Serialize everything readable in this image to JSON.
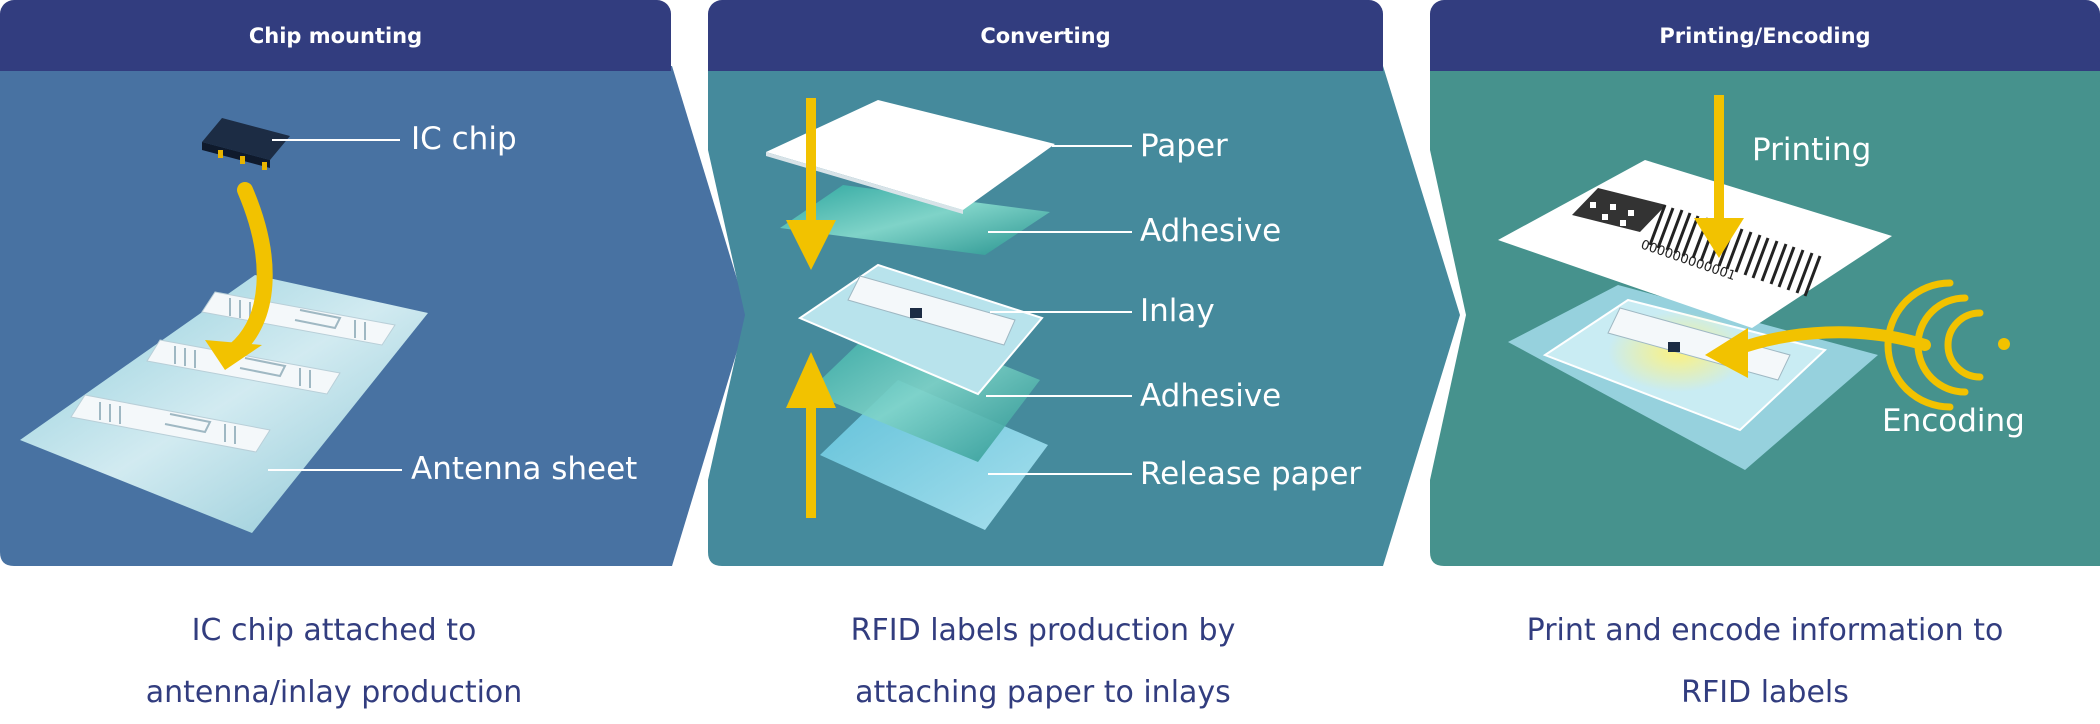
{
  "steps": [
    {
      "header": "Chip mounting",
      "labels": {
        "ic_chip": "IC chip",
        "antenna_sheet": "Antenna sheet"
      },
      "caption": [
        "IC chip attached to",
        "antenna/inlay production"
      ]
    },
    {
      "header": "Converting",
      "labels": {
        "paper": "Paper",
        "adhesive_top": "Adhesive",
        "inlay": "Inlay",
        "adhesive_bottom": "Adhesive",
        "release_paper": "Release paper"
      },
      "caption": [
        "RFID labels production by",
        "attaching paper to inlays"
      ]
    },
    {
      "header": "Printing/Encoding",
      "labels": {
        "printing": "Printing",
        "encoding": "Encoding"
      },
      "barcode_number": "000000000001",
      "caption": [
        "Print and encode information to",
        "RFID labels"
      ]
    }
  ],
  "colors": {
    "header": "#323d7f",
    "panel1": "#4872a2",
    "panel2": "#458a9c",
    "panel3": "#46928d",
    "arrow": "#f2c200",
    "caption_text": "#323d7f"
  }
}
